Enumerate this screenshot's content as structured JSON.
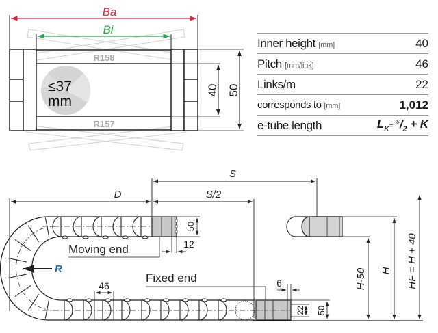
{
  "cross_section": {
    "outer_width_label": "Ba",
    "inner_width_label": "Bi",
    "top_radius_label": "R158",
    "bottom_radius_label": "R157",
    "cable_max_label_line1": "≤37",
    "cable_max_label_line2": "mm",
    "inner_height_dim": "40",
    "outer_height_dim": "50",
    "colors": {
      "outer_width": "#d7263d",
      "inner_width": "#2aa84a",
      "cable_circle": "#d4d4d4"
    }
  },
  "spec_table": {
    "rows": [
      {
        "label": "Inner height",
        "unit": "[mm]",
        "value": "40"
      },
      {
        "label": "Pitch",
        "unit": "[mm/link]",
        "value": "46"
      },
      {
        "label": "Links/m",
        "unit": "",
        "value": "22"
      },
      {
        "label": "corresponds to",
        "unit": "[mm]",
        "value": "1,012"
      },
      {
        "label": "e-tube length",
        "unit": "",
        "value_formula": {
          "L": "L",
          "L_sub": "K",
          "eq": "=",
          "s": "s",
          "slash": "/",
          "two": "2",
          "plus": "+ K"
        }
      }
    ]
  },
  "side_view": {
    "travel_label": "S",
    "half_travel_label": "S/2",
    "depth_label": "D",
    "radius_label": "R",
    "moving_end_label": "Moving end",
    "fixed_end_label": "Fixed end",
    "pitch_dim": "46",
    "moving_bracket_height": "50",
    "moving_bracket_offset": "12",
    "fixed_bracket_offset": "6",
    "fixed_bracket_inner": "22",
    "fixed_bracket_height": "50",
    "h_minus_label": "H-50",
    "h_label": "H",
    "hf_label": "HF = H + 40",
    "colors": {
      "radius": "#1f5fa8",
      "bracket_fill": "#c8c8c8"
    }
  }
}
